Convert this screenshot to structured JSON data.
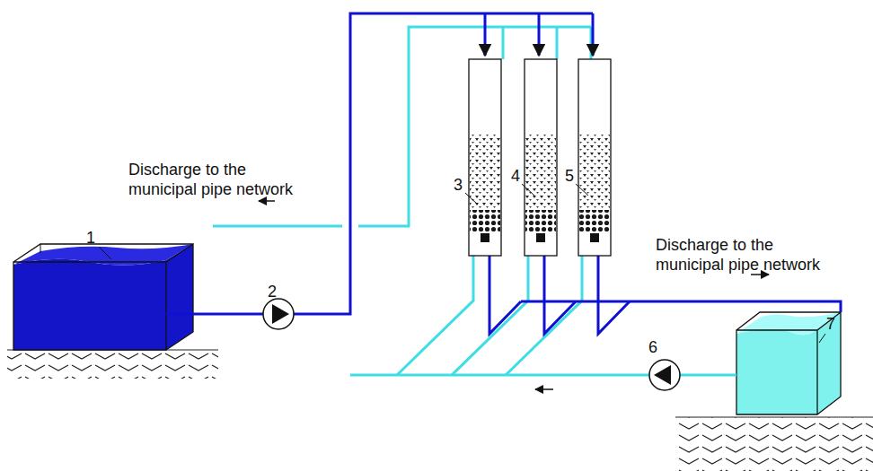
{
  "diagram": {
    "labels": [
      "Discharge to the municipal pipe network",
      "1",
      "2",
      "3",
      "4",
      "5",
      "Discharge to the municipal pipe network",
      "6",
      "7"
    ]
  }
}
